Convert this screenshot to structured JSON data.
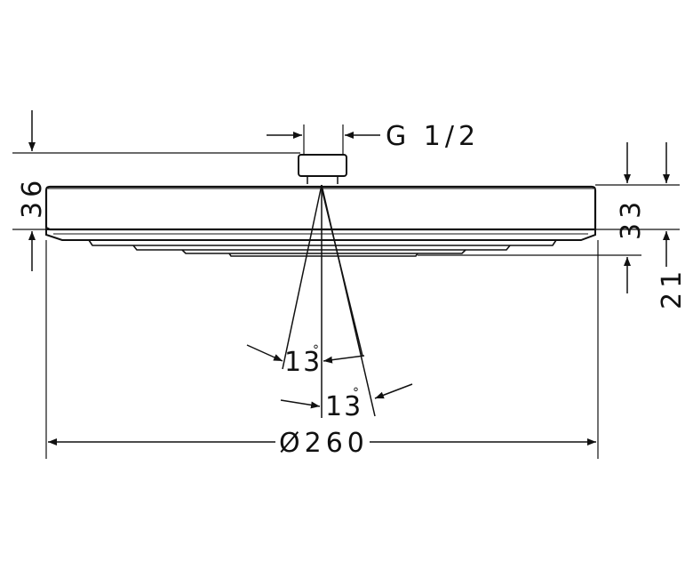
{
  "drawing": {
    "line_color": "#111111",
    "background": "#ffffff",
    "dimensions": {
      "thread": "G 1/2",
      "height_total": "36",
      "height_body": "33",
      "height_nozzles": "21",
      "angle_left": "13",
      "angle_right": "13",
      "degree_symbol": "°",
      "diameter": "Ø260"
    }
  }
}
